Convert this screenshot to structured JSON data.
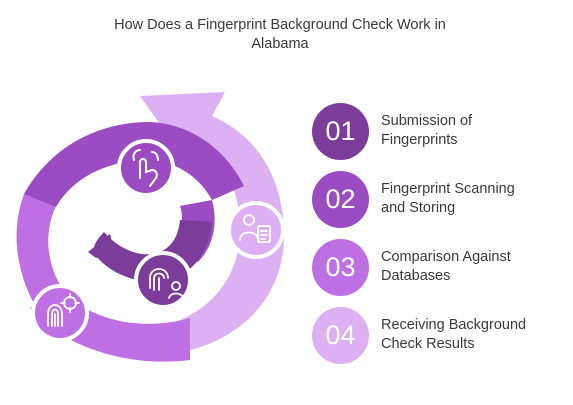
{
  "title": {
    "line1": "How Does a Fingerprint Background Check Work in",
    "line2": "Alabama"
  },
  "steps": [
    {
      "number": "01",
      "line1": "Submission of",
      "line2": "Fingerprints",
      "color": "#7c3c99"
    },
    {
      "number": "02",
      "line1": "Fingerprint Scanning",
      "line2": "and Storing",
      "color": "#9b4cc3"
    },
    {
      "number": "03",
      "line1": "Comparison Against",
      "line2": "Databases",
      "color": "#bd6fe3"
    },
    {
      "number": "04",
      "line1": "Receiving Background",
      "line2": "Check Results",
      "color": "#ddb0f3"
    }
  ],
  "icons": {
    "top_badge": "hand-touch-icon",
    "center_badge": "fingerprint-user-icon",
    "left_badge": "fingerprint-scan-icon",
    "right_badge": "user-document-icon"
  },
  "colors": {
    "darkest": "#7c3c99",
    "dark": "#9b4cc3",
    "medium": "#bd6fe3",
    "light": "#ddb0f3"
  }
}
